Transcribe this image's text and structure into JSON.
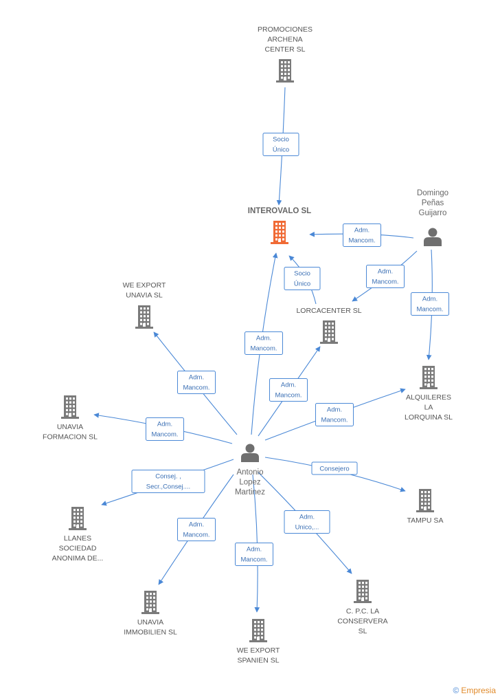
{
  "colors": {
    "main_company": "#f06a35",
    "company": "#7a7a7a",
    "person": "#6f6f6f",
    "edge": "#4a88d6",
    "edge_text": "#3a6fb4"
  },
  "nodes": [
    {
      "id": "promociones",
      "type": "company",
      "lines": [
        "PROMOCIONES",
        "ARCHENA",
        "CENTER SL"
      ]
    },
    {
      "id": "interovalo",
      "type": "main",
      "lines": [
        "INTEROVALO SL"
      ]
    },
    {
      "id": "domingo",
      "type": "person",
      "lines": [
        "Domingo",
        "Peñas",
        "Guijarro"
      ]
    },
    {
      "id": "lorcacenter",
      "type": "company",
      "lines": [
        "LORCACENTER SL"
      ]
    },
    {
      "id": "weexport_unavia",
      "type": "company",
      "lines": [
        "WE EXPORT",
        "UNAVIA  SL"
      ]
    },
    {
      "id": "alquileres",
      "type": "company",
      "lines": [
        "ALQUILERES",
        "LA",
        "LORQUINA SL"
      ]
    },
    {
      "id": "unavia_formacion",
      "type": "company",
      "lines": [
        "UNAVIA",
        "FORMACION SL"
      ]
    },
    {
      "id": "antonio",
      "type": "person",
      "lines": [
        "Antonio",
        "Lopez",
        "Martinez"
      ]
    },
    {
      "id": "tampu",
      "type": "company",
      "lines": [
        "TAMPU SA"
      ]
    },
    {
      "id": "llanes",
      "type": "company",
      "lines": [
        "LLANES",
        "SOCIEDAD",
        "ANONIMA DE..."
      ]
    },
    {
      "id": "cpc",
      "type": "company",
      "lines": [
        "C. P.C. LA",
        "CONSERVERA",
        "SL"
      ]
    },
    {
      "id": "unavia_immobilien",
      "type": "company",
      "lines": [
        "UNAVIA",
        "IMMOBILIEN  SL"
      ]
    },
    {
      "id": "weexport_spanien",
      "type": "company",
      "lines": [
        "WE EXPORT",
        "SPANIEN  SL"
      ]
    }
  ],
  "edges": [
    {
      "from": "promociones",
      "to": "interovalo",
      "lines": [
        "Socio",
        "Único"
      ]
    },
    {
      "from": "domingo",
      "to": "interovalo",
      "lines": [
        "Adm.",
        "Mancom."
      ]
    },
    {
      "from": "domingo",
      "to": "lorcacenter",
      "lines": [
        "Adm.",
        "Mancom."
      ]
    },
    {
      "from": "domingo",
      "to": "alquileres",
      "lines": [
        "Adm.",
        "Mancom."
      ]
    },
    {
      "from": "lorcacenter",
      "to": "interovalo",
      "lines": [
        "Socio",
        "Único"
      ]
    },
    {
      "from": "antonio",
      "to": "interovalo",
      "lines": [
        "Adm.",
        "Mancom."
      ]
    },
    {
      "from": "antonio",
      "to": "weexport_unavia",
      "lines": [
        "Adm.",
        "Mancom."
      ]
    },
    {
      "from": "antonio",
      "to": "lorcacenter",
      "lines": [
        "Adm.",
        "Mancom."
      ]
    },
    {
      "from": "antonio",
      "to": "alquileres",
      "lines": [
        "Adm.",
        "Mancom."
      ]
    },
    {
      "from": "antonio",
      "to": "unavia_formacion",
      "lines": [
        "Adm.",
        "Mancom."
      ]
    },
    {
      "from": "antonio",
      "to": "tampu",
      "lines": [
        "Consejero"
      ]
    },
    {
      "from": "antonio",
      "to": "llanes",
      "lines": [
        "Consej. ,",
        "Secr.,Consej...."
      ]
    },
    {
      "from": "antonio",
      "to": "cpc",
      "lines": [
        "Adm.",
        "Unico,..."
      ]
    },
    {
      "from": "antonio",
      "to": "unavia_immobilien",
      "lines": [
        "Adm.",
        "Mancom."
      ]
    },
    {
      "from": "antonio",
      "to": "weexport_spanien",
      "lines": [
        "Adm.",
        "Mancom."
      ]
    }
  ],
  "watermark": {
    "copyright": "©",
    "brand": "Empresia"
  }
}
